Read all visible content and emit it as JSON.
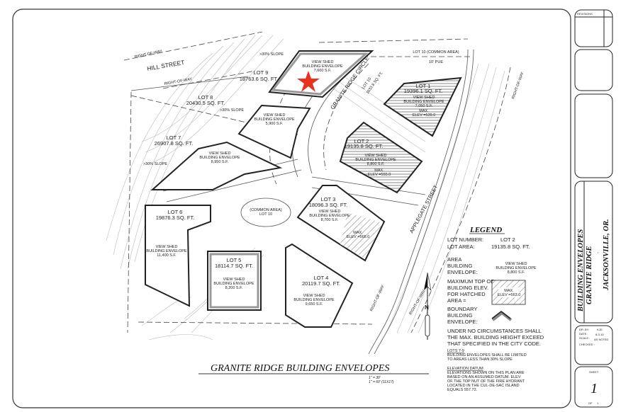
{
  "plan": {
    "title": "GRANITE RIDGE BUILDING ENVELOPES",
    "scale_1": "1\" = 30'",
    "scale_2": "1\" = 60' (11X17)",
    "streets": {
      "hill": "HILL STREET",
      "applegate": "APPLEGATE STREET",
      "granite": "GRANITE RIDGE CIRCLE",
      "row": "RIGHT-OF-WAY",
      "pue": "10' PUE"
    },
    "slope": ">30% SLOPE",
    "lots": [
      {
        "name": "LOT 1",
        "area": "19396.1 SQ. FT.",
        "env1": "VIEW SHED",
        "env2": "BUILDING ENVELOPE",
        "env3": "7,050 S.F.",
        "max": "MAX.",
        "elev": "ELEV =539.0"
      },
      {
        "name": "LOT 2",
        "area": "19135.8 SQ. FT.",
        "env1": "VIEW SHED",
        "env2": "BUILDING ENVELOPE",
        "env3": "8,800 S.F.",
        "max": "MAX.",
        "elev": "ELEV =555.0"
      },
      {
        "name": "LOT 3",
        "area": "18096.3 SQ. FT.",
        "env1": "VIEW SHED",
        "env2": "BUILDING ENVELOPE",
        "env3": "8,700 S.F.",
        "max": "MAX.",
        "elev": "ELEV =565.0"
      },
      {
        "name": "LOT 4",
        "area": "20119.7 SQ. FT.",
        "env1": "VIEW SHED",
        "env2": "BUILDING ENVELOPE",
        "env3": "9,650 S.F."
      },
      {
        "name": "LOT 5",
        "area": "18114.7 SQ. FT.",
        "env1": "VIEW SHED",
        "env2": "BUILDING ENVELOPE",
        "env3": "8,200 S.F."
      },
      {
        "name": "LOT 6",
        "area": "19876.3 SQ. FT.",
        "env1": "VIEW SHED",
        "env2": "BUILDING ENVELOPE",
        "env3": "11,400 S.F."
      },
      {
        "name": "LOT 7",
        "area": "26907.8 SQ. FT.",
        "env1": "VIEW SHED",
        "env2": "BUILDING ENVELOPE",
        "env3": "8,950 S.F."
      },
      {
        "name": "LOT 8",
        "area": "20430.5 SQ. FT.",
        "env1": "VIEW SHED",
        "env2": "BUILDING ENVELOPE",
        "env3": "5,900 S.F."
      },
      {
        "name": "LOT 9",
        "area": "18763.6 SQ. FT.",
        "env1": "VIEW SHED",
        "env2": "BUILDING ENVELOPE",
        "env3": "7,600 S.F."
      }
    ],
    "lot10": "LOT 10 (COMMON AREA)",
    "lot10_island_1": "(COMMON AREA)",
    "lot10_island_2": "LOT 10",
    "lot10_strip_1": "LOT 10",
    "lot10_strip_2": "1633.8 SQ. FT.",
    "star_color": "#e8321e"
  },
  "legend": {
    "title": "LEGEND",
    "lot_number_label": "LOT NUMBER:",
    "lot_number_value": "LOT 2",
    "lot_area_label": "LOT AREA:",
    "lot_area_value": "19135.8 SQ. FT.",
    "area_env": [
      "AREA",
      "BUILDING",
      "ENVELOPE:"
    ],
    "area_env_sample": [
      "VIEW SHED",
      "BUILDING ENVELOPE",
      "8,800 S.F."
    ],
    "max_top": [
      "MAXIMUM TOP OF",
      "BUILDING ELEV.",
      "FOR HATCHED",
      "AREA ="
    ],
    "max_sample": [
      "MAX.",
      "ELEV =563.0"
    ],
    "boundary": [
      "BOUNDARY",
      "BUILDING",
      "ENVELOPE:"
    ],
    "warning": [
      "UNDER NO CIRCUMSTANCES SHALL",
      "THE MAX. BUILDING HEIGHT EXCEED",
      "THAT SPECIFIED IN THE CITY CODE."
    ],
    "lots79_title": "LOTS 7-9",
    "lots79": [
      "BUILDING ENVELOPES SHALL BE LIMITED",
      "TO AREAS LESS THAN 30% SLOPE"
    ],
    "datum_title": "ELEVATION DATUM",
    "datum": [
      "ELEVATIONS SHOWN ON THIS PLAN ARE",
      "BASED ON AN ASSUMED DATUM. ELEV",
      "OF THE TOP NUT OF THE FIRE HYDRANT",
      "LOCATED IN THE CUL-DE-SAC ISLAND",
      "EQUALS 557.72."
    ]
  },
  "title_block": {
    "revisions": "REVISIONS",
    "project_1": "BUILDING ENVELOPES",
    "project_2": "GRANITE RIDGE",
    "dash": "-",
    "location": "JACKSONVILLE, OR.",
    "drawn_label": "DR. BY:",
    "drawn_value": "KJD",
    "date_label": "DATE :",
    "date_value": "8-3-10",
    "scale_label": "SCALE :",
    "scale_value": "AS NOTED",
    "checked_label": "CHECKED :",
    "sheet_label": "SHEET",
    "sheet_number": "1",
    "of_label": "OF",
    "of_value": "1"
  }
}
